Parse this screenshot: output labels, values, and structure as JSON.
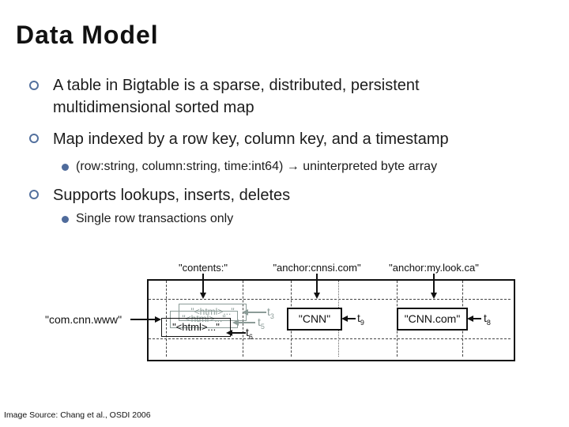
{
  "slide": {
    "title": "Data Model",
    "bullet1": {
      "line1": "A table in Bigtable is a sparse, distributed, persistent",
      "line2": "multidimensional sorted map"
    },
    "bullet2": {
      "text": "Map indexed by a row key, column key, and a timestamp"
    },
    "bullet2_sub": {
      "text": "(row:string, column:string, time:int64) → uninterpreted byte array"
    },
    "bullet3": {
      "text": "Supports lookups, inserts, deletes"
    },
    "bullet3_sub": {
      "text": "Single row transactions only"
    },
    "footer": "Image Source: Chang et al., OSDI 2006"
  },
  "figure": {
    "column_labels": {
      "contents": "\"contents:\"",
      "cnnsi": "\"anchor:cnnsi.com\"",
      "mylookca": "\"anchor:my.look.ca\""
    },
    "row_label": "\"com.cnn.www\"",
    "cells": {
      "version_t3": "\"<html>...\"",
      "version_t5": "\"<html>...\"",
      "version_t6": "\"<html>...\"",
      "cnnsi_value": "\"CNN\"",
      "mylookca_value": "\"CNN.com\""
    },
    "timestamps": {
      "t3": {
        "base": "t",
        "sub": "3"
      },
      "t5": {
        "base": "t",
        "sub": "5"
      },
      "t6": {
        "base": "t",
        "sub": "6"
      },
      "t9": {
        "base": "t",
        "sub": "9"
      },
      "t8": {
        "base": "t",
        "sub": "8"
      }
    }
  },
  "colors": {
    "bullet_ring": "#54719e",
    "bullet_dot": "#4f6b9b",
    "version_gray": "#8c9c98",
    "text": "#111111",
    "background": "#ffffff"
  }
}
